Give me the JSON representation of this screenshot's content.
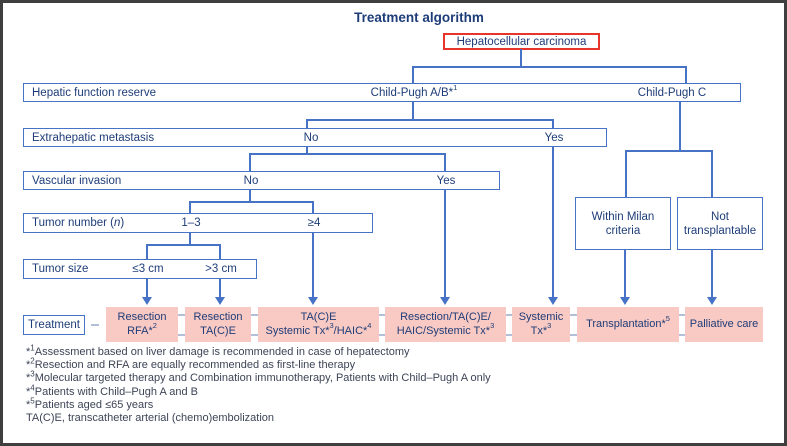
{
  "figure_title": "Treatment algorithm",
  "root_box": {
    "label": "Hepatocellular carcinoma"
  },
  "rows": {
    "hepatic_function": {
      "label": "Hepatic function reserve",
      "branch_left": "Child-Pugh A/B*",
      "branch_left_sup": "1",
      "branch_right": "Child-Pugh C"
    },
    "extrahepatic_metastasis": {
      "label": "Extrahepatic metastasis",
      "no": "No",
      "yes": "Yes"
    },
    "vascular_invasion": {
      "label": "Vascular invasion",
      "no": "No",
      "yes": "Yes"
    },
    "tumor_number": {
      "label_pre": "Tumor number (",
      "label_var": "n",
      "label_post": ")",
      "low": "1–3",
      "high": "≥4"
    },
    "tumor_size": {
      "label": "Tumor size",
      "small": "≤3 cm",
      "large": ">3 cm"
    },
    "treatment": {
      "label": "Treatment"
    }
  },
  "transplant_branch": {
    "within_milan": {
      "line1": "Within Milan",
      "line2": "criteria"
    },
    "not_transplantable": {
      "line1": "Not",
      "line2": "transplantable"
    }
  },
  "treatments": [
    {
      "line1": "Resection",
      "line2": "RFA*",
      "line2_sup": "2"
    },
    {
      "line1": "Resection",
      "line2": "TA(C)E"
    },
    {
      "line1": "TA(C)E",
      "line2a": "Systemic Tx*",
      "line2a_sup": "3",
      "line2b": "/HAIC*",
      "line2b_sup": "4"
    },
    {
      "line1": "Resection/TA(C)E/",
      "line2a": "HAIC/Systemic Tx*",
      "line2a_sup": "3"
    },
    {
      "line1": "Systemic",
      "line2a": "Tx*",
      "line2a_sup": "3"
    },
    {
      "line1": "Transplantation*",
      "line1_sup": "5"
    },
    {
      "line1": "Palliative care"
    }
  ],
  "footnotes": [
    {
      "star": "*",
      "sup": "1",
      "text": "Assessment based on liver damage is recommended in case of hepatectomy"
    },
    {
      "star": "*",
      "sup": "2",
      "text": "Resection and RFA are equally recommended as first-line therapy"
    },
    {
      "star": "*",
      "sup": "3",
      "text": "Molecular targeted therapy and Combination immunotherapy, Patients with Child–Pugh A only"
    },
    {
      "star": "*",
      "sup": "4",
      "text": "Patients with Child–Pugh A and B"
    },
    {
      "star": "*",
      "sup": "5",
      "text": "Patients aged ≤65 years"
    },
    {
      "star": "",
      "sup": "",
      "text": "TA(C)E, transcatheter arterial (chemo)embolization"
    }
  ],
  "colors": {
    "line_blue": "#4673c5",
    "text_navy": "#1e3d78",
    "treatment_pink": "#f9c9c3",
    "highlight_red": "#e8352b",
    "frame": "#3f3f3f"
  }
}
